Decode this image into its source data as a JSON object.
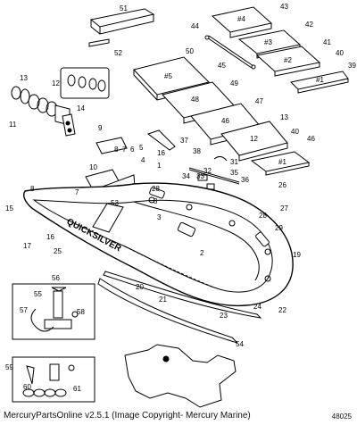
{
  "diagram": {
    "callouts": [
      "51",
      "52",
      "43",
      "44",
      "42",
      "41",
      "40",
      "39",
      "45",
      "50",
      "#4",
      "#3",
      "#2",
      "#1",
      "#5",
      "49",
      "48",
      "47",
      "46",
      "13",
      "12",
      "11",
      "14",
      "9",
      "37",
      "38",
      "8",
      "7",
      "6",
      "5",
      "4",
      "16",
      "10",
      "34",
      "33",
      "32",
      "31",
      "35",
      "36",
      "1",
      "28",
      "15",
      "17",
      "53",
      "3",
      "26",
      "27",
      "2",
      "29",
      "18",
      "25",
      "19",
      "20",
      "21",
      "23",
      "24",
      "22",
      "54",
      "56",
      "55",
      "57",
      "58",
      "59",
      "60",
      "61"
    ],
    "brand_text": "QUICKSILVER",
    "footer_text": "MercuryPartsOnline v2.5.1 (Image Copyright- Mercury Marine)",
    "figure_id": "48025"
  }
}
